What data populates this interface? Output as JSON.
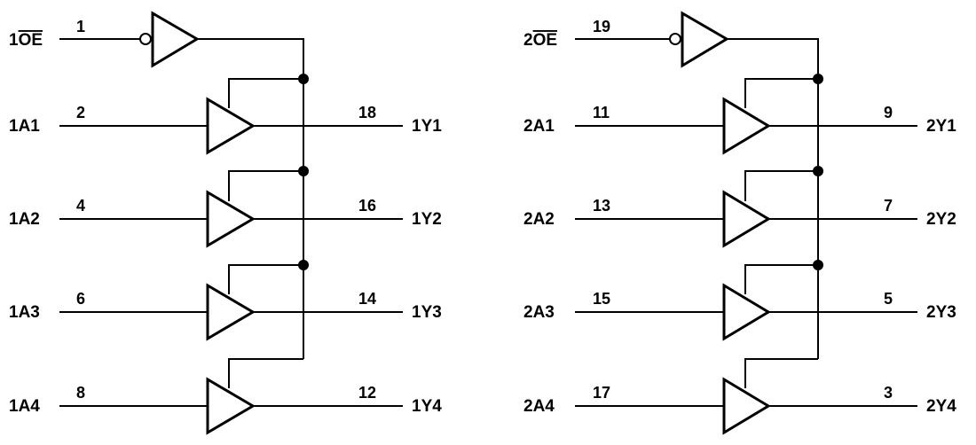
{
  "groups": [
    {
      "oe": {
        "prefix": "1",
        "bar": "OE",
        "pin": "1"
      },
      "channels": [
        {
          "input": "1A1",
          "input_pin": "2",
          "output": "1Y1",
          "output_pin": "18"
        },
        {
          "input": "1A2",
          "input_pin": "4",
          "output": "1Y2",
          "output_pin": "16"
        },
        {
          "input": "1A3",
          "input_pin": "6",
          "output": "1Y3",
          "output_pin": "14"
        },
        {
          "input": "1A4",
          "input_pin": "8",
          "output": "1Y4",
          "output_pin": "12"
        }
      ]
    },
    {
      "oe": {
        "prefix": "2",
        "bar": "OE",
        "pin": "19"
      },
      "channels": [
        {
          "input": "2A1",
          "input_pin": "11",
          "output": "2Y1",
          "output_pin": "9"
        },
        {
          "input": "2A2",
          "input_pin": "13",
          "output": "2Y2",
          "output_pin": "7"
        },
        {
          "input": "2A3",
          "input_pin": "15",
          "output": "2Y3",
          "output_pin": "5"
        },
        {
          "input": "2A4",
          "input_pin": "17",
          "output": "2Y4",
          "output_pin": "3"
        }
      ]
    }
  ]
}
